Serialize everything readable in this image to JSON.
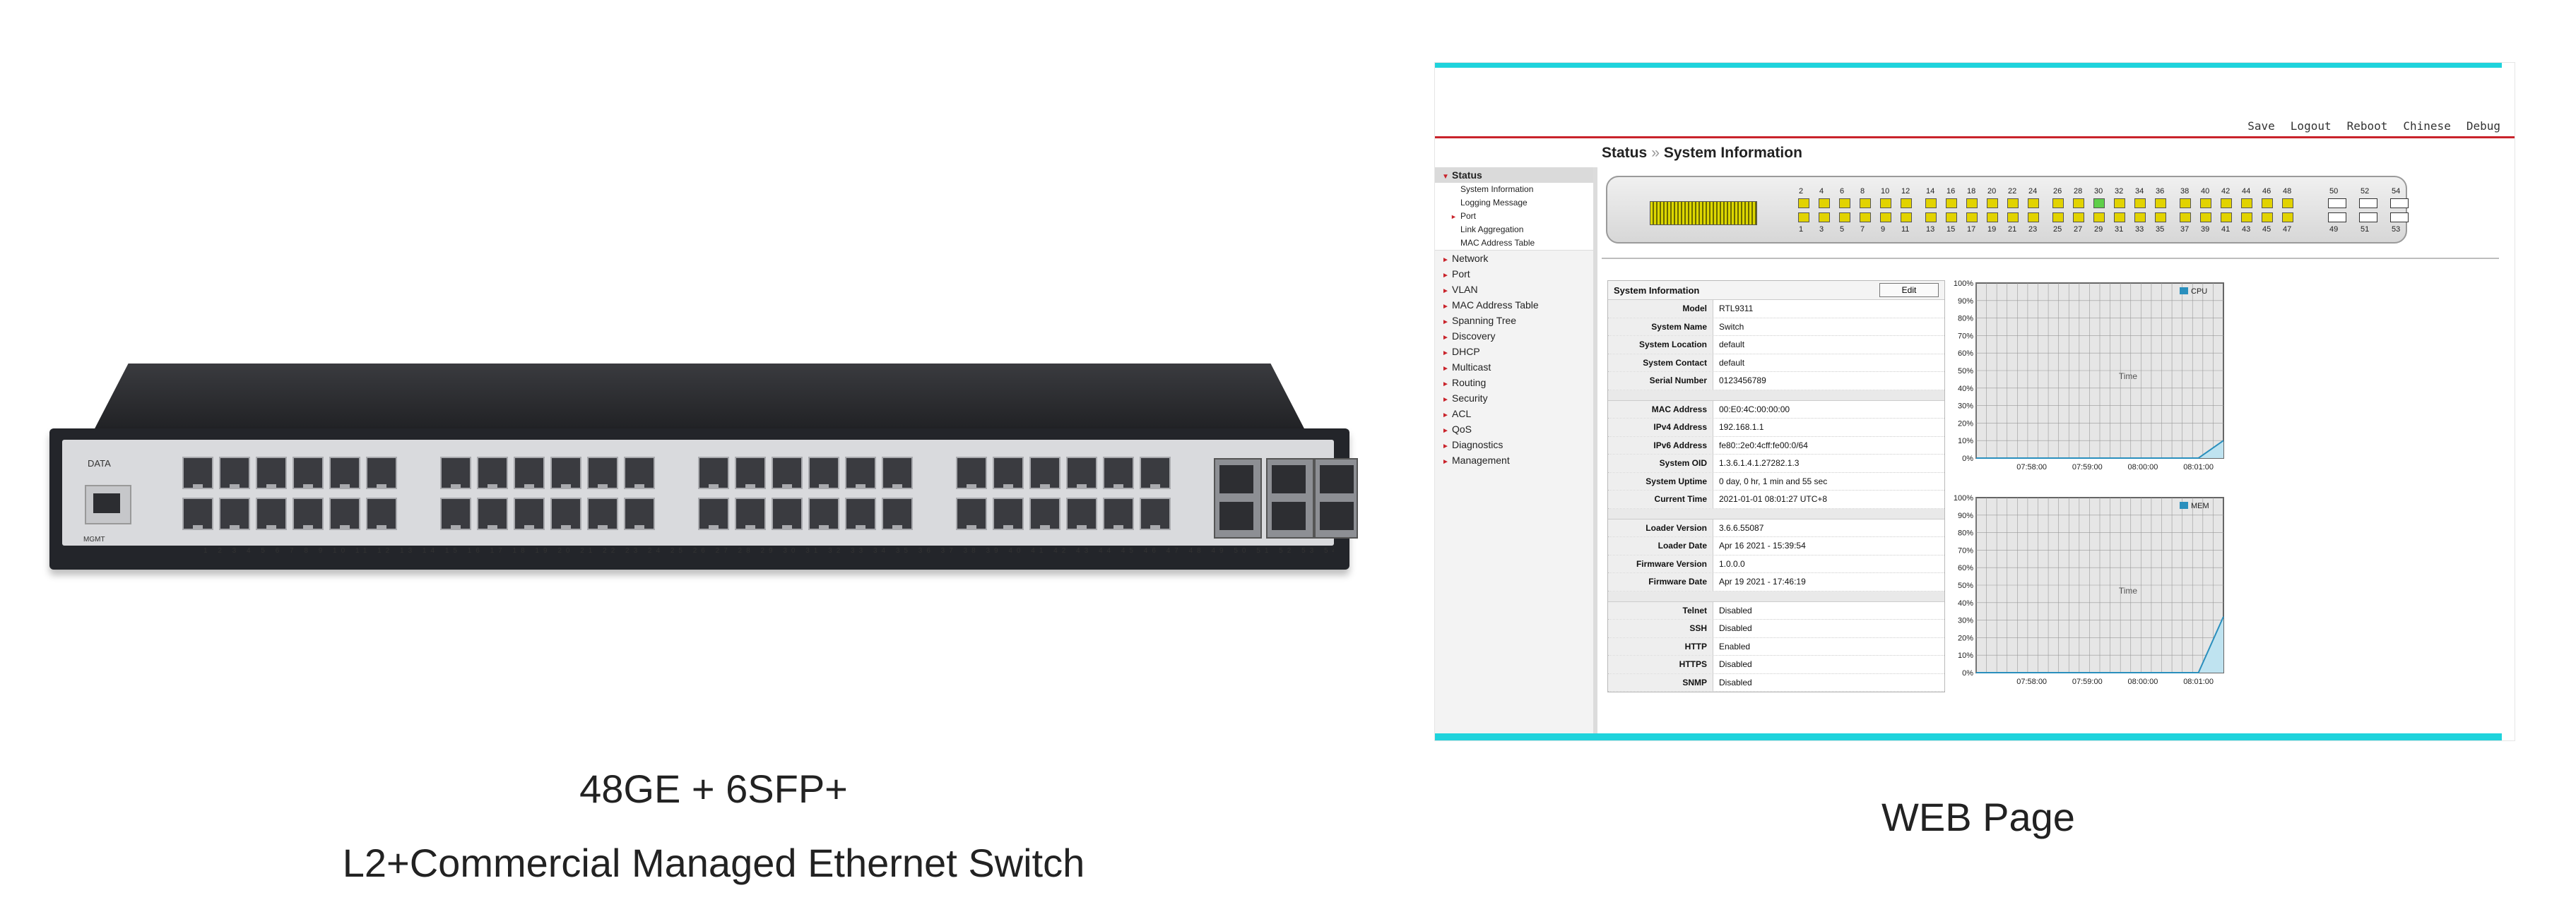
{
  "product": {
    "brand": "DATA",
    "mgmt_label": "MGMT",
    "port_numbers": "1 2 3 4 5 6 7 8 9 10 11 12 13 14 15 16 17 18 19 20 21 22 23 24 25 26 27 28 29 30 31 32 33 34 35 36 37 38 39 40 41 42 43 44 45 46 47 48 49 50 51 52 53 54",
    "caption_line1": "48GE + 6SFP+",
    "caption_line2": "L2+Commercial Managed Ethernet Switch"
  },
  "web_caption": "WEB Page",
  "web": {
    "top_links": [
      "Save",
      "Logout",
      "Reboot",
      "Chinese",
      "Debug"
    ],
    "breadcrumb": {
      "section": "Status",
      "separator": "»",
      "page": "System Information"
    },
    "sidebar": {
      "status_label": "Status",
      "status_items": [
        {
          "label": "System Information",
          "type": "sub"
        },
        {
          "label": "Logging Message",
          "type": "sub"
        },
        {
          "label": "Port",
          "type": "red"
        },
        {
          "label": "Link Aggregation",
          "type": "sub"
        },
        {
          "label": "MAC Address Table",
          "type": "sub"
        }
      ],
      "menu": [
        "Network",
        "Port",
        "VLAN",
        "MAC Address Table",
        "Spanning Tree",
        "Discovery",
        "DHCP",
        "Multicast",
        "Routing",
        "Security",
        "ACL",
        "QoS",
        "Diagnostics",
        "Management"
      ]
    },
    "port_panel": {
      "top_numbers": [
        "2",
        "4",
        "6",
        "8",
        "10",
        "12",
        "14",
        "16",
        "18",
        "20",
        "22",
        "24",
        "26",
        "28",
        "30",
        "32",
        "34",
        "36",
        "38",
        "40",
        "42",
        "44",
        "46",
        "48"
      ],
      "bottom_numbers": [
        "1",
        "3",
        "5",
        "7",
        "9",
        "11",
        "13",
        "15",
        "17",
        "19",
        "21",
        "23",
        "25",
        "27",
        "29",
        "31",
        "33",
        "35",
        "37",
        "39",
        "41",
        "43",
        "45",
        "47"
      ],
      "active_port": "30",
      "sfp_top": [
        "50",
        "52",
        "54"
      ],
      "sfp_bottom": [
        "49",
        "51",
        "53"
      ]
    },
    "info": {
      "title": "System Information",
      "edit_label": "Edit",
      "groups": [
        [
          {
            "key": "Model",
            "value": "RTL9311"
          },
          {
            "key": "System Name",
            "value": "Switch"
          },
          {
            "key": "System Location",
            "value": "default"
          },
          {
            "key": "System Contact",
            "value": "default"
          },
          {
            "key": "Serial Number",
            "value": "0123456789"
          }
        ],
        [
          {
            "key": "MAC Address",
            "value": "00:E0:4C:00:00:00"
          },
          {
            "key": "IPv4 Address",
            "value": "192.168.1.1"
          },
          {
            "key": "IPv6 Address",
            "value": "fe80::2e0:4cff:fe00:0/64"
          },
          {
            "key": "System OID",
            "value": "1.3.6.1.4.1.27282.1.3"
          },
          {
            "key": "System Uptime",
            "value": "0 day, 0 hr, 1 min and 55 sec"
          },
          {
            "key": "Current Time",
            "value": "2021-01-01 08:01:27 UTC+8"
          }
        ],
        [
          {
            "key": "Loader Version",
            "value": "3.6.6.55087"
          },
          {
            "key": "Loader Date",
            "value": "Apr 16 2021 - 15:39:54"
          },
          {
            "key": "Firmware Version",
            "value": "1.0.0.0"
          },
          {
            "key": "Firmware Date",
            "value": "Apr 19 2021 - 17:46:19"
          }
        ],
        [
          {
            "key": "Telnet",
            "value": "Disabled"
          },
          {
            "key": "SSH",
            "value": "Disabled"
          },
          {
            "key": "HTTP",
            "value": "Enabled"
          },
          {
            "key": "HTTPS",
            "value": "Disabled"
          },
          {
            "key": "SNMP",
            "value": "Disabled"
          }
        ]
      ]
    },
    "chart_data": [
      {
        "type": "area",
        "legend": "CPU",
        "center_label": "Time",
        "y_ticks": [
          "100%",
          "90%",
          "80%",
          "70%",
          "60%",
          "50%",
          "40%",
          "30%",
          "20%",
          "10%",
          "0%"
        ],
        "x_ticks": [
          "07:58:00",
          "07:59:00",
          "08:00:00",
          "08:01:00"
        ],
        "ylim": [
          0,
          100
        ],
        "x": [
          "07:57:00",
          "07:58:00",
          "07:59:00",
          "08:00:00",
          "08:01:00",
          "08:01:27"
        ],
        "values": [
          0,
          0,
          0,
          0,
          0,
          10
        ],
        "colors": {
          "line": "#2a8fbd",
          "fill": "#bfe3f0",
          "plot_bg": "#e6e6e6"
        }
      },
      {
        "type": "area",
        "legend": "MEM",
        "center_label": "Time",
        "y_ticks": [
          "100%",
          "90%",
          "80%",
          "70%",
          "60%",
          "50%",
          "40%",
          "30%",
          "20%",
          "10%",
          "0%"
        ],
        "x_ticks": [
          "07:58:00",
          "07:59:00",
          "08:00:00",
          "08:01:00"
        ],
        "ylim": [
          0,
          100
        ],
        "x": [
          "07:57:00",
          "07:58:00",
          "07:59:00",
          "08:00:00",
          "08:01:00",
          "08:01:27"
        ],
        "values": [
          0,
          0,
          0,
          0,
          0,
          32
        ],
        "colors": {
          "line": "#2a8fbd",
          "fill": "#bfe3f0",
          "plot_bg": "#e6e6e6"
        }
      }
    ]
  }
}
